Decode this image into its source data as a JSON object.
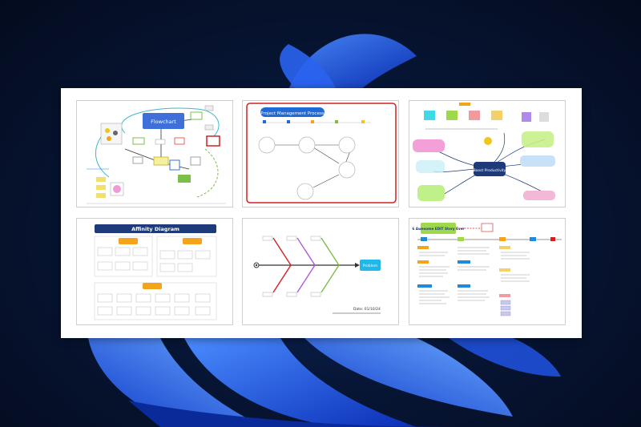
{
  "templates": [
    {
      "title": "Flowchart"
    },
    {
      "title": "Project Management Process"
    },
    {
      "title": "Boost Productivity"
    },
    {
      "title": "Affinity Diagram"
    },
    {
      "title": "Problem",
      "footer": "Date: 01/10/24"
    },
    {
      "title": "6 Awesome EDIT Story Ever"
    }
  ],
  "colors": {
    "panel": "#ffffff",
    "wallpaper_blue": "#1f5fe8",
    "accent_blue": "#3f6fd8",
    "navy": "#1f3a7a",
    "red_border": "#d32020",
    "orange": "#f3a41a",
    "cyan": "#1fb8e8",
    "green": "#9fd84a"
  },
  "icons": [
    "wallpaper-bloom",
    "fishbone-head-arrow"
  ]
}
